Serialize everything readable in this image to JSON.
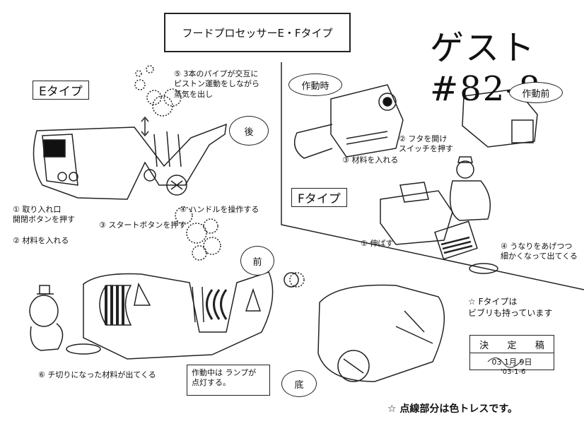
{
  "title": "フードプロセッサーE・Fタイプ",
  "guest_number": "ゲスト#82-8",
  "e_type": {
    "label": "Eタイプ",
    "back_bubble": "後",
    "front_bubble": "前",
    "notes": {
      "pipes": "⑤ 3本のパイプが交互に\nピストン運動をしながら\n蒸気を出し",
      "step1": "① 取り入れ口\n開閉ボタンを押す",
      "step2": "② 材料を入れる",
      "step3": "③ スタートボタンを押す",
      "step4": "④ ハンドルを操作する",
      "step6": "⑥ チ切りになった材料が出てくる",
      "lamp": "作動中は ランプが\n点灯する。"
    }
  },
  "f_type": {
    "label": "Fタイプ",
    "active_bubble": "作動時",
    "before_bubble": "作動前",
    "notes": {
      "lid": "② フタを開け\nスイッチを押す",
      "material": "③ 材料を入れる",
      "extend": "① 伸ばす",
      "groan": "④ うなりをあげつつ\n細かくなって出てくる",
      "bite": "☆ Fタイプは\nビブリも持っています"
    }
  },
  "bottom_bubble": "底",
  "stamp": {
    "header": [
      "決",
      "定",
      "稿"
    ],
    "date": "03 1月 9日"
  },
  "signature": "'03-1-6",
  "footer": "☆ 点線部分は色トレスです。"
}
